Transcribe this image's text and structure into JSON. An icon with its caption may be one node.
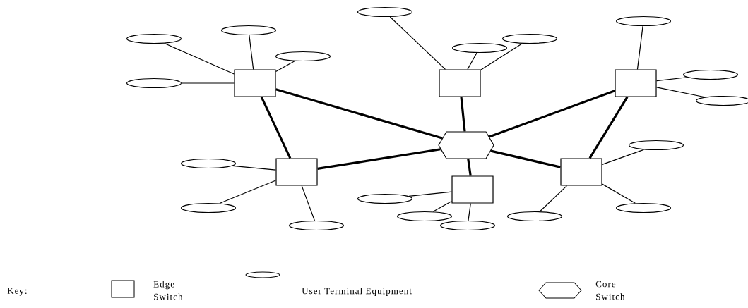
{
  "diagram": {
    "nodes": [
      {
        "text": [],
        "shape": "box"
      },
      {
        "text": [],
        "shape": "box"
      },
      {
        "text": [],
        "shape": "box"
      },
      {
        "text": [],
        "shape": "box"
      },
      {
        "text": [],
        "shape": "box"
      },
      {
        "text": [],
        "shape": "box"
      },
      {
        "text": [],
        "shape": "hexagon"
      },
      {
        "text": [],
        "shape": "ellipse"
      },
      {
        "text": [],
        "shape": "ellipse"
      },
      {
        "text": [],
        "shape": "ellipse"
      },
      {
        "text": [],
        "shape": "ellipse"
      },
      {
        "text": [],
        "shape": "ellipse"
      },
      {
        "text": [],
        "shape": "ellipse"
      },
      {
        "text": [],
        "shape": "ellipse"
      },
      {
        "text": [],
        "shape": "ellipse"
      },
      {
        "text": [],
        "shape": "ellipse"
      },
      {
        "text": [],
        "shape": "ellipse"
      },
      {
        "text": [],
        "shape": "ellipse"
      },
      {
        "text": [],
        "shape": "ellipse"
      },
      {
        "text": [],
        "shape": "ellipse"
      },
      {
        "text": [],
        "shape": "ellipse"
      },
      {
        "text": [],
        "shape": "ellipse"
      },
      {
        "text": [],
        "shape": "ellipse"
      },
      {
        "text": [],
        "shape": "ellipse"
      },
      {
        "text": [],
        "shape": "ellipse"
      },
      {
        "text": [],
        "shape": "ellipse"
      }
    ],
    "edges": [
      {
        "from": 6,
        "to": 0,
        "arrow": "none",
        "style": "thick"
      },
      {
        "from": 6,
        "to": 1,
        "arrow": "none",
        "style": "thick"
      },
      {
        "from": 6,
        "to": 2,
        "arrow": "none",
        "style": "thick"
      },
      {
        "from": 6,
        "to": 3,
        "arrow": "none",
        "style": "thick"
      },
      {
        "from": 6,
        "to": 4,
        "arrow": "none",
        "style": "thick"
      },
      {
        "from": 6,
        "to": 5,
        "arrow": "none",
        "style": "thick"
      },
      {
        "from": 0,
        "to": 3,
        "arrow": "none",
        "style": "thick"
      },
      {
        "from": 2,
        "to": 5,
        "arrow": "none",
        "style": "thick"
      },
      {
        "from": 0,
        "to": 7,
        "arrow": "none"
      },
      {
        "from": 0,
        "to": 8,
        "arrow": "none"
      },
      {
        "from": 0,
        "to": 9,
        "arrow": "none"
      },
      {
        "from": 0,
        "to": 10,
        "arrow": "none"
      },
      {
        "from": 1,
        "to": 11,
        "arrow": "none"
      },
      {
        "from": 1,
        "to": 12,
        "arrow": "none"
      },
      {
        "from": 1,
        "to": 13,
        "arrow": "none"
      },
      {
        "from": 2,
        "to": 14,
        "arrow": "none"
      },
      {
        "from": 2,
        "to": 15,
        "arrow": "none"
      },
      {
        "from": 2,
        "to": 16,
        "arrow": "none"
      },
      {
        "from": 3,
        "to": 17,
        "arrow": "none"
      },
      {
        "from": 3,
        "to": 18,
        "arrow": "none"
      },
      {
        "from": 3,
        "to": 19,
        "arrow": "none"
      },
      {
        "from": 4,
        "to": 20,
        "arrow": "none"
      },
      {
        "from": 4,
        "to": 21,
        "arrow": "none"
      },
      {
        "from": 4,
        "to": 22,
        "arrow": "none"
      },
      {
        "from": 5,
        "to": 23,
        "arrow": "none"
      },
      {
        "from": 5,
        "to": 24,
        "arrow": "none"
      },
      {
        "from": 5,
        "to": 25,
        "arrow": "none"
      }
    ],
    "labels": [
      "Key:"
    ],
    "legend": [
      {
        "text": "Edge Switch"
      },
      {
        "text": "User Terminal Equipment"
      },
      {
        "text": "Core Switch"
      }
    ]
  }
}
